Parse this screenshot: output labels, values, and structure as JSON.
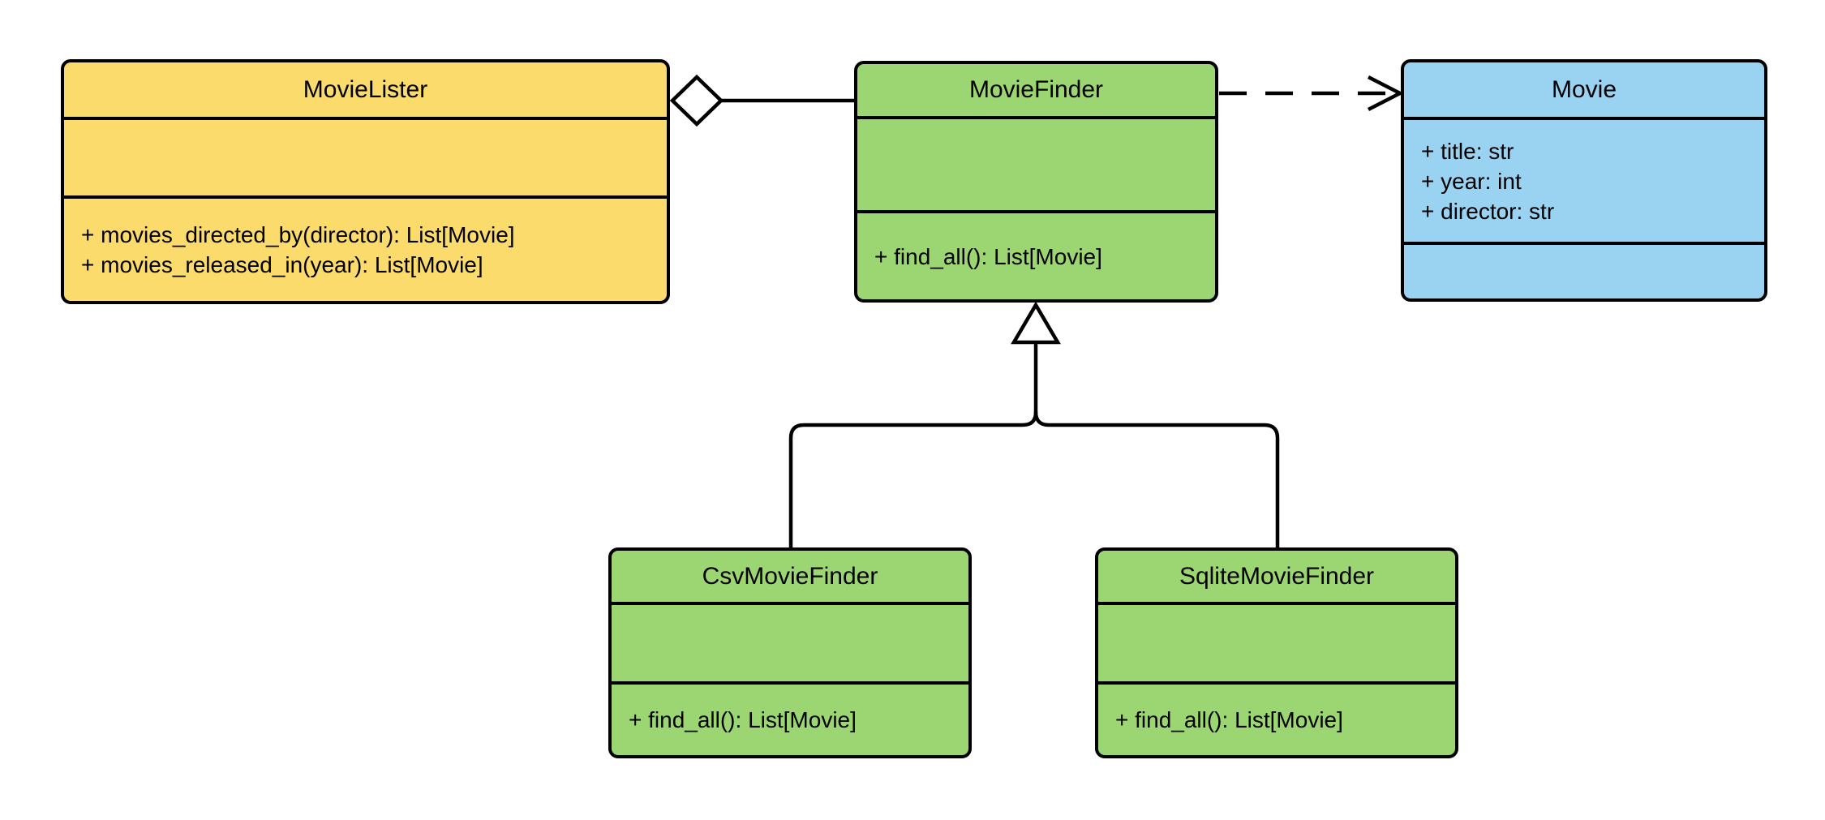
{
  "diagram": {
    "type": "uml-class-diagram",
    "background_color": "#ffffff",
    "line_color": "#000000",
    "colors": {
      "yellow": "#FCDB6D",
      "green": "#9CD672",
      "blue": "#9AD2F1"
    },
    "classes": [
      {
        "name": "MovieLister",
        "fill": "#FCDB6D",
        "attributes": [],
        "methods": [
          "+ movies_directed_by(director): List[Movie]",
          "+ movies_released_in(year): List[Movie]"
        ]
      },
      {
        "name": "MovieFinder",
        "fill": "#9CD672",
        "attributes": [],
        "methods": [
          "+ find_all(): List[Movie]"
        ]
      },
      {
        "name": "Movie",
        "fill": "#9AD2F1",
        "attributes": [
          "+ title: str",
          "+ year: int",
          "+ director: str"
        ],
        "methods": []
      },
      {
        "name": "CsvMovieFinder",
        "fill": "#9CD672",
        "attributes": [],
        "methods": [
          "+ find_all(): List[Movie]"
        ]
      },
      {
        "name": "SqliteMovieFinder",
        "fill": "#9CD672",
        "attributes": [],
        "methods": [
          "+ find_all(): List[Movie]"
        ]
      }
    ],
    "relationships": [
      {
        "type": "aggregation",
        "from": "MovieLister",
        "to": "MovieFinder",
        "marker": "hollow-diamond-at-source"
      },
      {
        "type": "dependency",
        "from": "MovieFinder",
        "to": "Movie",
        "marker": "open-arrow-at-target",
        "line_style": "dashed"
      },
      {
        "type": "inheritance",
        "from": "CsvMovieFinder",
        "to": "MovieFinder",
        "marker": "hollow-triangle-at-target"
      },
      {
        "type": "inheritance",
        "from": "SqliteMovieFinder",
        "to": "MovieFinder",
        "marker": "hollow-triangle-at-target"
      }
    ]
  }
}
